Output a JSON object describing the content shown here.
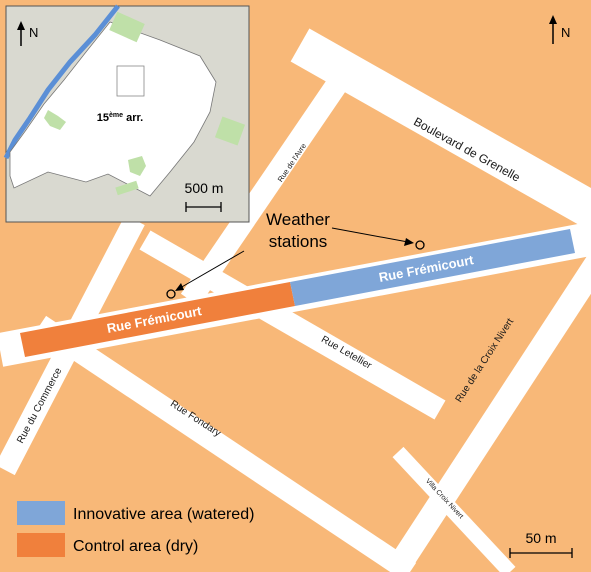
{
  "map": {
    "north_label": "N",
    "streets": {
      "boulevard_grenelle": "Boulevard de Grenelle",
      "rue_avre": "Rue de l'Avre",
      "fremicourt_innovative": "Rue Frémicourt",
      "fremicourt_control": "Rue Frémicourt",
      "rue_letellier": "Rue Letellier",
      "rue_croix_nivert": "Rue de la Croix Nivert",
      "rue_commerce": "Rue du Commerce",
      "rue_fondary": "Rue Fondary",
      "villa_croix_nivert": "Villa Croix Nivert"
    },
    "annotation": {
      "line1": "Weather",
      "line2": "stations"
    },
    "scale_label": "50 m",
    "colors": {
      "block": "#f8b878",
      "road": "#ffffff",
      "innovative": "#7fa6d8",
      "control": "#f0803c"
    }
  },
  "inset": {
    "north_label": "N",
    "district_label": "15",
    "district_superscript": "ème",
    "district_suffix": " arr.",
    "scale_label": "500 m",
    "colors": {
      "background": "#d9d9d0",
      "district": "#ffffff",
      "river": "#5b8fd6",
      "parks": "#bfe0a8"
    }
  },
  "legend": {
    "items": [
      {
        "label": "Innovative area (watered)",
        "color": "#7fa6d8"
      },
      {
        "label": "Control area (dry)",
        "color": "#f0803c"
      }
    ]
  }
}
